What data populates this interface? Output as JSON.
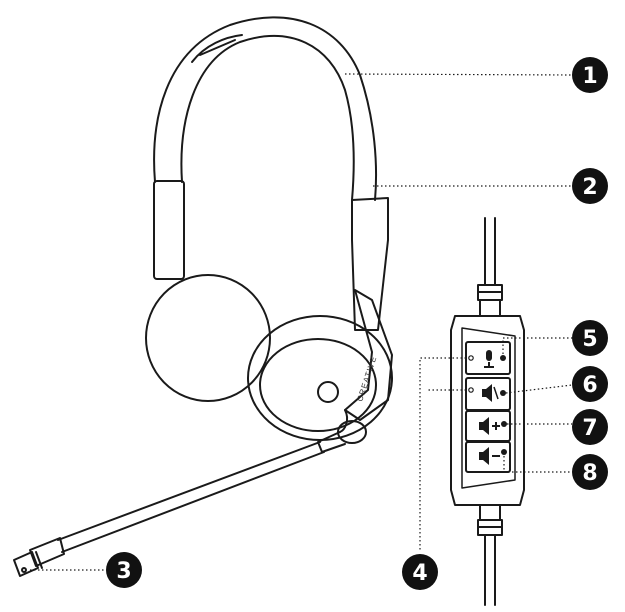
{
  "brand_text": "CREATIVE",
  "callouts": [
    {
      "id": "1",
      "label": "1"
    },
    {
      "id": "2",
      "label": "2"
    },
    {
      "id": "3",
      "label": "3"
    },
    {
      "id": "4",
      "label": "4"
    },
    {
      "id": "5",
      "label": "5"
    },
    {
      "id": "6",
      "label": "6"
    },
    {
      "id": "7",
      "label": "7"
    },
    {
      "id": "8",
      "label": "8"
    }
  ],
  "controls": [
    {
      "name": "mic-mute-button",
      "icon": "microphone-icon"
    },
    {
      "name": "speaker-mute-button",
      "icon": "speaker-mute-icon"
    },
    {
      "name": "volume-up-button",
      "icon": "volume-up-icon"
    },
    {
      "name": "volume-down-button",
      "icon": "volume-down-icon"
    }
  ],
  "colors": {
    "line": "#1a1a1a",
    "callout_fill": "#111111",
    "background": "#ffffff"
  }
}
